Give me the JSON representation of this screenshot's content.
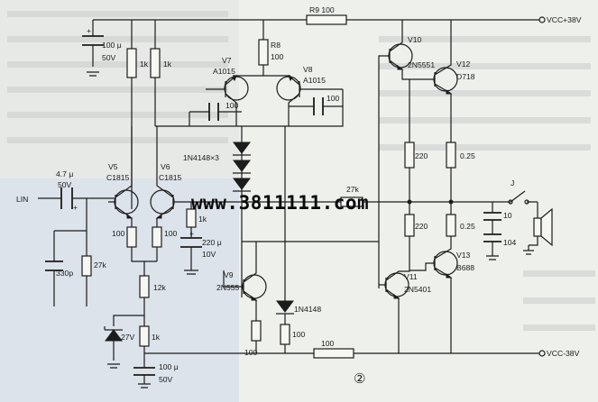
{
  "watermark": "www.3811111.com",
  "figure_number": "②",
  "rails": {
    "positive": "VCC+38V",
    "negative": "VCC-38V"
  },
  "input_label": "LIN",
  "switch_label": "J",
  "diode_string": "1N4148×3",
  "resistors": {
    "r9": "R9  100",
    "r8_name": "R8",
    "r8_value": "100",
    "r1k_a": "1k",
    "r1k_b": "1k",
    "r1k_c": "1k",
    "r1k_d": "1k",
    "r27k_in": "27k",
    "r27k_fb": "27k",
    "r12k": "12k",
    "r100_v5": "100",
    "r100_v6": "100",
    "r100_v9": "100",
    "r100_d": "100",
    "r100_bot": "100",
    "r220_a": "220",
    "r220_b": "220",
    "r025_a": "0.25",
    "r025_b": "0.25"
  },
  "capacitors": {
    "c_top_value": "100 μ",
    "c_top_volt": "50V",
    "c_in_value": "4.7 μ",
    "c_in_volt": "50V",
    "c_330p": "330p",
    "c_v7": "100",
    "c_v8": "100",
    "c_220_value": "220 μ",
    "c_220_volt": "10V",
    "c_bot_value": "100 μ",
    "c_bot_volt": "50V",
    "c_out10": "10",
    "c_out104": "104"
  },
  "transistors": {
    "v5_name": "V5",
    "v5_type": "C1815",
    "v6_name": "V6",
    "v6_type": "C1815",
    "v7_name": "V7",
    "v7_type": "A1015",
    "v8_name": "V8",
    "v8_type": "A1015",
    "v9_name": "V9",
    "v9_type": "2N555",
    "v10_name": "V10",
    "v10_type": "2N5551",
    "v11_name": "V11",
    "v11_type": "2N5401",
    "v12_name": "V12",
    "v12_type": "D718",
    "v13_name": "V13",
    "v13_type": "B688"
  },
  "diodes": {
    "zener": "27V",
    "d_bias": "1N4148"
  }
}
